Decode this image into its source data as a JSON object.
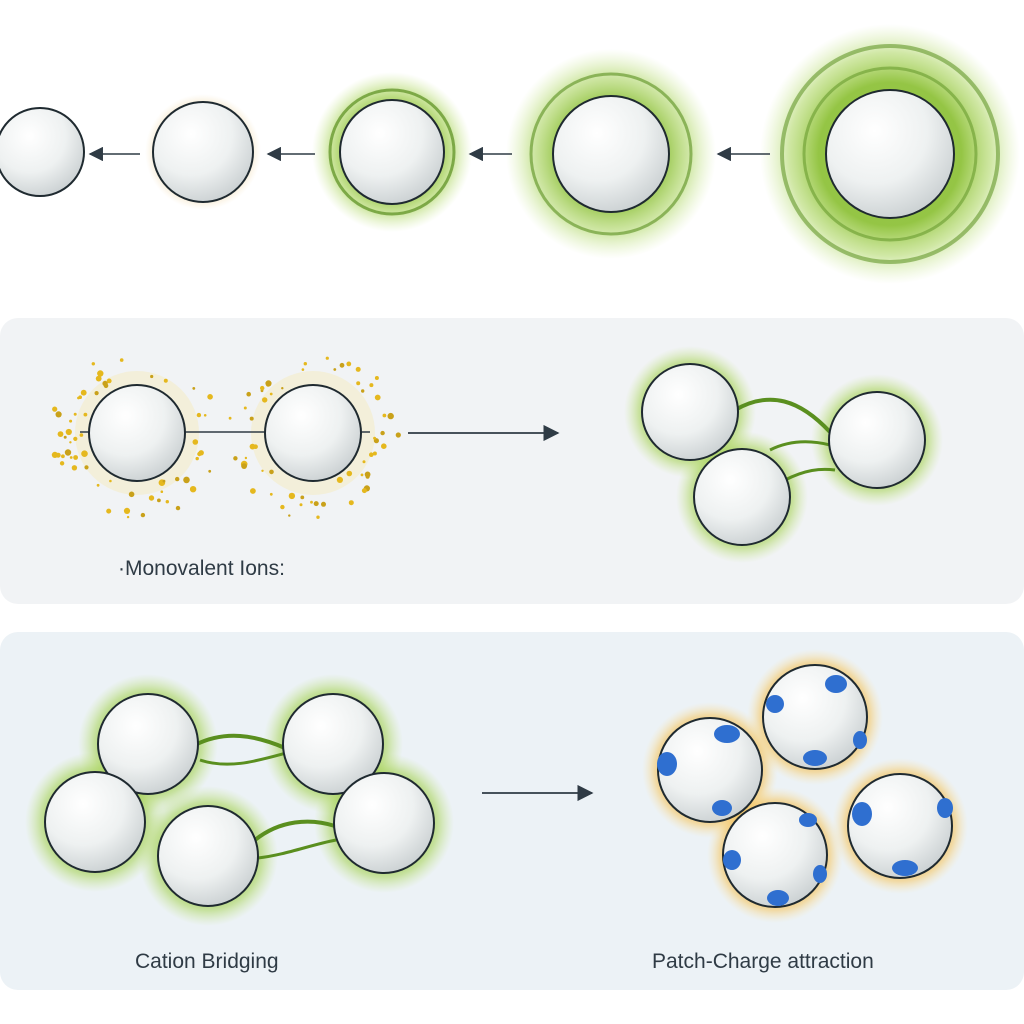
{
  "labels": {
    "monovalent": "·Monovalent Ions:",
    "cation_bridging": "Cation Bridging",
    "patch_charge": "Patch-Charge attraction"
  },
  "colors": {
    "particle": "#f4f6f6",
    "particle_shade": "#c9ced0",
    "outline": "#1f2a30",
    "green_halo": "#8fc23b",
    "green_dark": "#5a8f1f",
    "yellow_ion": "#e5b81e",
    "orange_halo": "#f0a21a",
    "blue_patch": "#2f6fd0",
    "arrow": "#2f3b45",
    "panel_bg_middle": "#f1f3f5",
    "panel_bg_bottom": "#ecf2f6"
  }
}
